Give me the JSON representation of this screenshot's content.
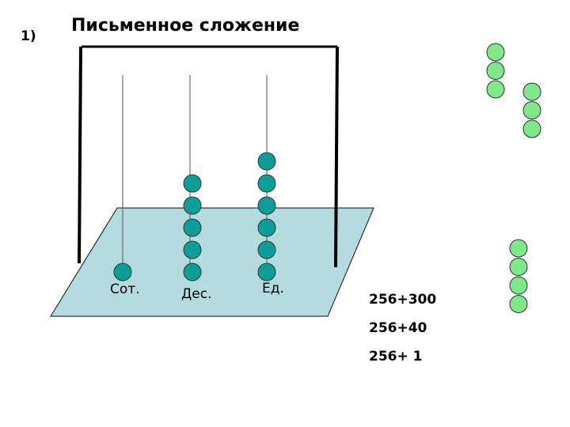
{
  "slide": {
    "number": "1)",
    "title": "Письменное сложение"
  },
  "abacus": {
    "rods": [
      {
        "label": "Сот.",
        "beads": 1
      },
      {
        "label": "Дес.",
        "beads": 5
      },
      {
        "label": "Ед.",
        "beads": 6
      }
    ]
  },
  "expressions": [
    "256+300",
    "256+40",
    "256+ 1"
  ],
  "loose_beads": {
    "top_left_column": 3,
    "top_right_column": 3,
    "bottom_column": 4
  },
  "colors": {
    "rod_bead": "#0e9e98",
    "loose_bead": "#7ee88a",
    "base_plane": "#b4dbe0"
  }
}
